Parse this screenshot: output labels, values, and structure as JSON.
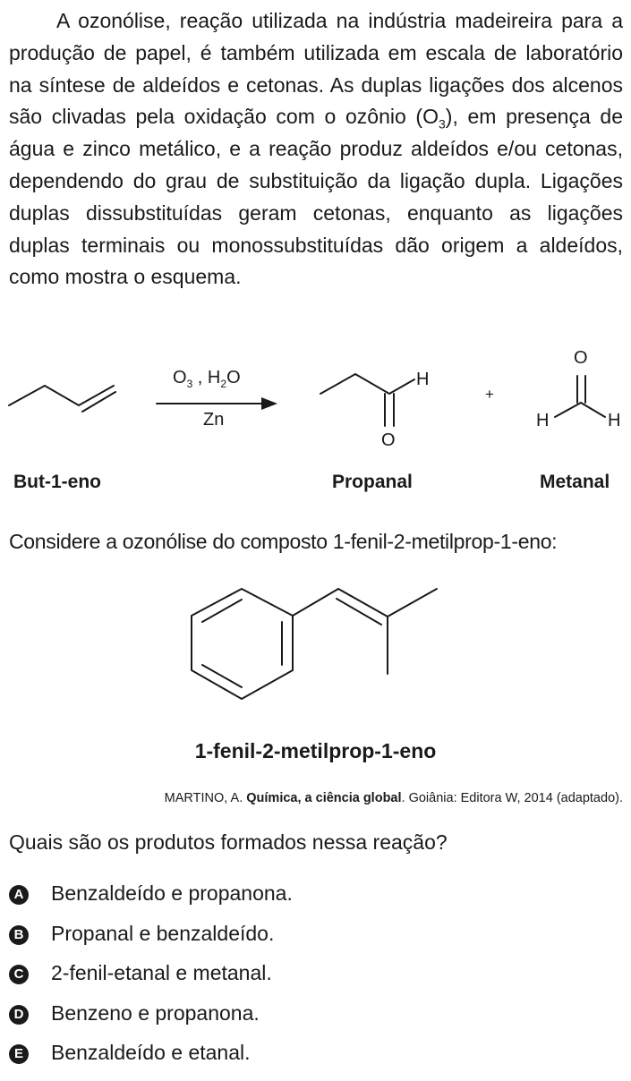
{
  "intro": {
    "part1": "A ozonólise, reação utilizada na indústria madeireira para a produção de papel, é também utilizada em escala de laboratório na síntese de aldeídos e cetonas. As duplas ligações dos alcenos são clivadas pela oxidação com o ozônio (O",
    "sub": "3",
    "part2": "), em presença de água e zinco metálico, e a reação produz aldeídos e/ou cetonas, dependendo do grau de substituição da ligação dupla. Ligações duplas dissubstituídas geram cetonas, enquanto as ligações duplas terminais ou monossubstituídas dão origem a aldeídos, como mostra o esquema."
  },
  "scheme": {
    "reagent_o": "O",
    "reagent_o_sub": "3",
    "reagent_comma": " , H",
    "reagent_h_sub": "2",
    "reagent_water_o": "O",
    "catalyst": "Zn",
    "plus": "+",
    "atom_h": "H",
    "atom_o": "O",
    "labels": {
      "reactant": "But-1-eno",
      "product1": "Propanal",
      "product2": "Metanal"
    }
  },
  "consider": "Considere a ozonólise do composto 1-fenil-2-metilprop-1-eno:",
  "molecule_name": "1-fenil-2-metilprop-1-eno",
  "source": {
    "author": "MARTINO, A. ",
    "title": "Química, a ciência global",
    "rest": ". Goiânia: Editora W, 2014 (adaptado)."
  },
  "question": "Quais são os produtos formados nessa reação?",
  "options": [
    {
      "letter": "A",
      "text": "Benzaldeído e propanona."
    },
    {
      "letter": "B",
      "text": "Propanal e benzaldeído."
    },
    {
      "letter": "C",
      "text": "2-fenil-etanal e metanal."
    },
    {
      "letter": "D",
      "text": "Benzeno e propanona."
    },
    {
      "letter": "E",
      "text": "Benzaldeído e etanal."
    }
  ]
}
